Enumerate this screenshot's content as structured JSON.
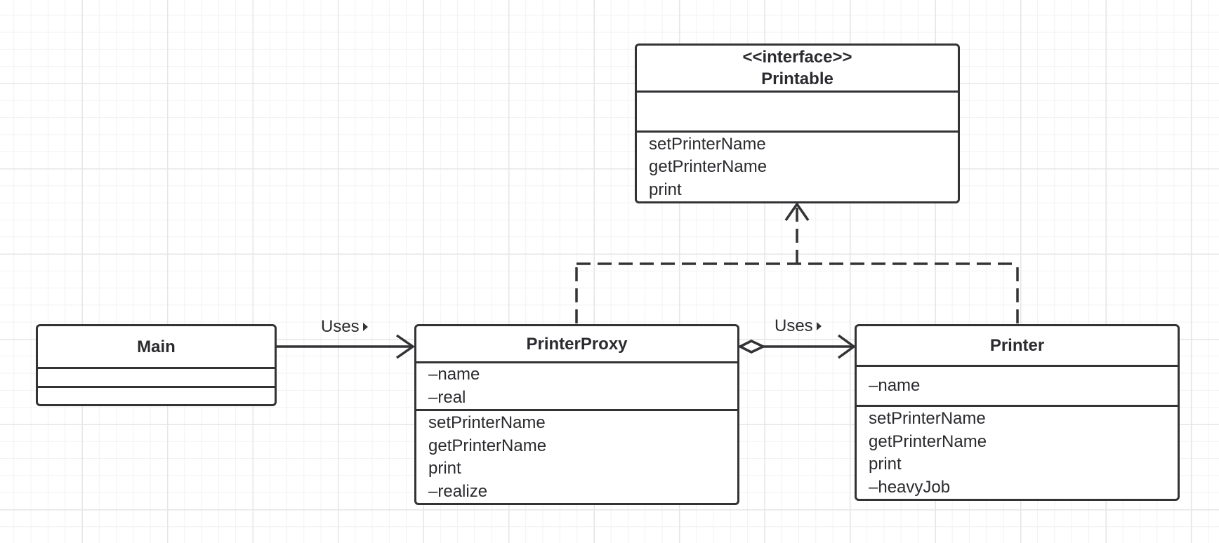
{
  "classes": {
    "printable": {
      "stereotype": "<<interface>>",
      "name": "Printable",
      "fields": [],
      "methods": [
        "setPrinterName",
        "getPrinterName",
        "print"
      ]
    },
    "main": {
      "name": "Main",
      "fields": [],
      "methods": []
    },
    "printer_proxy": {
      "name": "PrinterProxy",
      "fields": [
        "–name",
        "–real"
      ],
      "methods": [
        "setPrinterName",
        "getPrinterName",
        "print",
        "–realize"
      ]
    },
    "printer": {
      "name": "Printer",
      "fields": [
        "–name"
      ],
      "methods": [
        "setPrinterName",
        "getPrinterName",
        "print",
        "–heavyJob"
      ]
    }
  },
  "relations": {
    "main_to_proxy": {
      "type": "association",
      "label": "Uses"
    },
    "proxy_to_printer": {
      "type": "aggregation",
      "label": "Uses"
    },
    "proxy_implements": {
      "type": "realization",
      "target": "Printable"
    },
    "printer_implements": {
      "type": "realization",
      "target": "Printable"
    }
  },
  "colors": {
    "stroke": "#333336",
    "text": "#2b2b2f",
    "grid_major": "#e6e6e6",
    "grid_minor": "#f2f2f2"
  }
}
